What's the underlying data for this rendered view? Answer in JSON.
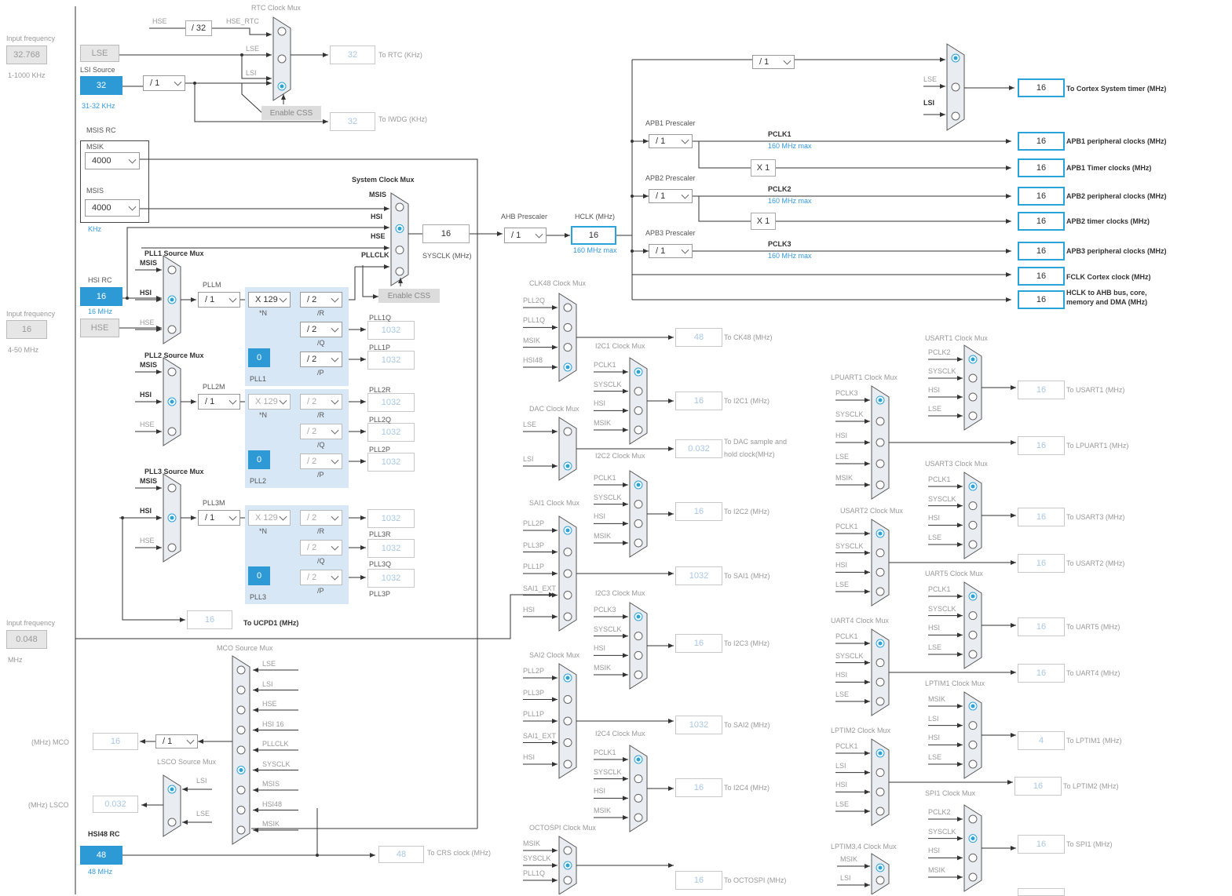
{
  "colors": {
    "accent": "#2d9ad6",
    "output_border": "#2aa3d9",
    "disabled_text": "#a9c7e4",
    "pll_bg": "#d7e7f6",
    "mux_fill": "#e9edf1"
  },
  "rtc": {
    "mux_title": "RTC Clock Mux",
    "hse": "HSE",
    "div": "/ 32",
    "hse_rtc": "HSE_RTC",
    "lse": "LSE",
    "lsi": "LSI",
    "enable_css": "Enable CSS",
    "to_rtc_val": "32",
    "to_rtc": "To RTC (KHz)",
    "to_iwdg_val": "32",
    "to_iwdg": "To IWDG (KHz)"
  },
  "lse_in": {
    "label": "Input frequency",
    "value": "32.768",
    "range": "1-1000 KHz",
    "src": "LSE"
  },
  "lsi": {
    "title": "LSI Source",
    "value": "32",
    "range": "31-32 KHz",
    "div": "/ 1"
  },
  "msis_rc": {
    "title": "MSIS RC",
    "msik": "MSIK",
    "msik_val": "4000",
    "msis": "MSIS",
    "msis_val": "4000",
    "unit": "KHz"
  },
  "hsi_rc": {
    "title": "HSI RC",
    "value": "16",
    "unit": "16 MHz"
  },
  "hse_in": {
    "label": "Input frequency",
    "value": "16",
    "range": "4-50 MHz",
    "src": "HSE"
  },
  "sysmux": {
    "title": "System Clock Mux",
    "msis": "MSIS",
    "hsi": "HSI",
    "hse": "HSE",
    "pllclk": "PLLCLK",
    "sysclk_val": "16",
    "sysclk": "SYSCLK (MHz)",
    "enable_css": "Enable CSS"
  },
  "ahb": {
    "title": "AHB Prescaler",
    "div": "/ 1",
    "hclk_title": "HCLK (MHz)",
    "hclk_val": "16",
    "max": "160 MHz max"
  },
  "pll1": {
    "mux": "PLL1 Source Mux",
    "msis": "MSIS",
    "hsi": "HSI",
    "hse": "HSE",
    "m_title": "PLLM",
    "m": "/ 1",
    "n": "X 129",
    "n_lbl": "*N",
    "r": "/ 2",
    "r_lbl": "/R",
    "q": "/ 2",
    "q_lbl": "/Q",
    "p": "/ 2",
    "p_lbl": "/P",
    "frac": "0",
    "name": "PLL1",
    "q_out": "PLL1Q",
    "q_val": "1032",
    "p_out": "PLL1P",
    "p_val": "1032"
  },
  "pll2": {
    "mux": "PLL2 Source Mux",
    "msis": "MSIS",
    "hsi": "HSI",
    "hse": "HSE",
    "m_title": "PLL2M",
    "m": "/ 1",
    "n": "X 129",
    "n_lbl": "*N",
    "r": "/ 2",
    "r_lbl": "/R",
    "q": "/ 2",
    "q_lbl": "/Q",
    "p": "/ 2",
    "p_lbl": "/P",
    "frac": "0",
    "name": "PLL2",
    "r_out": "PLL2R",
    "r_val": "1032",
    "q_out": "PLL2Q",
    "q_val": "1032",
    "p_out": "PLL2P",
    "p_val": "1032"
  },
  "pll3": {
    "mux": "PLL3 Source Mux",
    "msis": "MSIS",
    "hsi": "HSI",
    "hse": "HSE",
    "m_title": "PLL3M",
    "m": "/ 1",
    "n": "X 129",
    "n_lbl": "*N",
    "r": "/ 2",
    "r_lbl": "/R",
    "q": "/ 2",
    "q_lbl": "/Q",
    "p": "/ 2",
    "p_lbl": "/P",
    "frac": "0",
    "name": "PLL3",
    "r_out": "PLL3R",
    "r_val": "1032",
    "q_out": "PLL3Q",
    "q_val": "1032",
    "p_out": "PLL3P",
    "p_val": "1032"
  },
  "ucpd": {
    "val": "16",
    "label": "To UCPD1 (MHz)"
  },
  "hsi48_in": {
    "label": "Input frequency",
    "value": "0.048",
    "unit": "MHz"
  },
  "cortex": {
    "div": "/ 1",
    "lse": "LSE",
    "lsi": "LSI",
    "val": "16",
    "label": "To Cortex System timer (MHz)"
  },
  "apb1": {
    "title": "APB1 Prescaler",
    "div": "/ 1",
    "pclk": "PCLK1",
    "max": "160 MHz max",
    "x": "X 1",
    "periph_val": "16",
    "periph": "APB1 peripheral clocks (MHz)",
    "timer_val": "16",
    "timer": "APB1 Timer clocks (MHz)"
  },
  "apb2": {
    "title": "APB2 Prescaler",
    "div": "/ 1",
    "pclk": "PCLK2",
    "max": "160 MHz max",
    "x": "X 1",
    "periph_val": "16",
    "periph": "APB2 peripheral clocks (MHz)",
    "timer_val": "16",
    "timer": "APB2 timer clocks (MHz)"
  },
  "apb3": {
    "title": "APB3 Prescaler",
    "div": "/ 1",
    "pclk": "PCLK3",
    "max": "160 MHz max",
    "periph_val": "16",
    "periph": "APB3 peripheral clocks (MHz)"
  },
  "fclk": {
    "val": "16",
    "label": "FCLK Cortex clock (MHz)"
  },
  "hclk_ahb": {
    "val": "16",
    "label1": "HCLK to AHB bus, core,",
    "label2": "memory and DMA (MHz)"
  },
  "clk48": {
    "title": "CLK48 Clock Mux",
    "in": [
      "PLL2Q",
      "PLL1Q",
      "MSIK",
      "HSI48"
    ],
    "val": "48",
    "label": "To CK48 (MHz)"
  },
  "dac": {
    "title": "DAC Clock Mux",
    "in": [
      "LSE",
      "LSI"
    ],
    "val": "0.032",
    "label1": "To DAC sample and",
    "label2": "hold clock(MHz)"
  },
  "i2c1": {
    "title": "I2C1 Clock Mux",
    "in": [
      "PCLK1",
      "SYSCLK",
      "HSI",
      "MSIK"
    ],
    "val": "16",
    "label": "To I2C1 (MHz)"
  },
  "i2c2": {
    "title": "I2C2 Clock Mux",
    "in": [
      "PCLK1",
      "SYSCLK",
      "HSI",
      "MSIK"
    ],
    "val": "16",
    "label": "To I2C2 (MHz)"
  },
  "i2c3": {
    "title": "I2C3 Clock Mux",
    "in": [
      "PCLK3",
      "SYSCLK",
      "HSI",
      "MSIK"
    ],
    "val": "16",
    "label": "To I2C3 (MHz)"
  },
  "i2c4": {
    "title": "I2C4 Clock Mux",
    "in": [
      "PCLK1",
      "SYSCLK",
      "HSI",
      "MSIK"
    ],
    "val": "16",
    "label": "To I2C4 (MHz)"
  },
  "sai1": {
    "title": "SAI1 Clock Mux",
    "in": [
      "PLL2P",
      "PLL3P",
      "PLL1P",
      "SAI1_EXT",
      "HSI"
    ],
    "val": "1032",
    "label": "To SAI1 (MHz)"
  },
  "sai2": {
    "title": "SAI2 Clock Mux",
    "in": [
      "PLL2P",
      "PLL3P",
      "PLL1P",
      "SAI1_EXT",
      "HSI"
    ],
    "val": "1032",
    "label": "To SAI2 (MHz)"
  },
  "octospi": {
    "title": "OCTOSPI Clock Mux",
    "in": [
      "MSIK",
      "SYSCLK",
      "PLL1Q"
    ],
    "val": "16",
    "label": "To OCTOSPI (MHz)"
  },
  "lpuart1": {
    "title": "LPUART1 Clock Mux",
    "in": [
      "PCLK3",
      "SYSCLK",
      "HSI",
      "LSE",
      "MSIK"
    ],
    "val": "16",
    "label": "To LPUART1 (MHz)"
  },
  "usart2": {
    "title": "USART2 Clock Mux",
    "in": [
      "PCLK1",
      "SYSCLK",
      "HSI",
      "LSE"
    ],
    "val": "16",
    "label": "To USART2 (MHz)"
  },
  "uart4": {
    "title": "UART4 Clock Mux",
    "in": [
      "PCLK1",
      "SYSCLK",
      "HSI",
      "LSE"
    ],
    "val": "16",
    "label": "To UART4 (MHz)"
  },
  "lptim2": {
    "title": "LPTIM2 Clock Mux",
    "in": [
      "PCLK1",
      "LSI",
      "HSI",
      "LSE"
    ],
    "val": "16",
    "label": "To LPTIM2 (MHz)"
  },
  "lptim34": {
    "title": "LPTIM3,4 Clock Mux",
    "in": [
      "MSIK",
      "LSI"
    ]
  },
  "usart1": {
    "title": "USART1 Clock Mux",
    "in": [
      "PCLK2",
      "SYSCLK",
      "HSI",
      "LSE"
    ],
    "val": "16",
    "label": "To USART1 (MHz)"
  },
  "usart3": {
    "title": "USART3 Clock Mux",
    "in": [
      "PCLK1",
      "SYSCLK",
      "HSI",
      "LSE"
    ],
    "val": "16",
    "label": "To USART3 (MHz)"
  },
  "uart5": {
    "title": "UART5 Clock Mux",
    "in": [
      "PCLK1",
      "SYSCLK",
      "HSI",
      "LSE"
    ],
    "val": "16",
    "label": "To UART5 (MHz)"
  },
  "lptim1": {
    "title": "LPTIM1 Clock Mux",
    "in": [
      "MSIK",
      "LSI",
      "HSI",
      "LSE"
    ],
    "val": "4",
    "label": "To LPTIM1 (MHz)"
  },
  "spi1": {
    "title": "SPI1 Clock Mux",
    "in": [
      "PCLK2",
      "SYSCLK",
      "HSI",
      "MSIK"
    ],
    "val": "16",
    "label": "To SPI1 (MHz)"
  },
  "mco": {
    "title": "MCO Source Mux",
    "in": [
      "LSE",
      "LSI",
      "HSE",
      "HSI 16",
      "PLLCLK",
      "SYSCLK",
      "MSIS",
      "HSI48",
      "MSIK"
    ],
    "div": "/ 1",
    "val": "16",
    "label": "(MHz) MCO"
  },
  "lsco": {
    "title": "LSCO Source Mux",
    "in": [
      "LSI",
      "LSE"
    ],
    "val": "0.032",
    "label": "(MHz) LSCO"
  },
  "hsi48_rc": {
    "title": "HSI48 RC",
    "value": "48",
    "unit": "48 MHz"
  },
  "crs": {
    "val": "48",
    "label": "To CRS clock (MHz)"
  }
}
